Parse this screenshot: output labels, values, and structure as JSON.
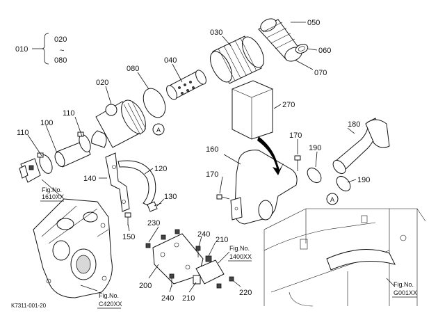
{
  "diagram": {
    "code": "K7311-001-20",
    "assembly": {
      "label": "010",
      "range_top": "020",
      "range_sep": "~",
      "range_bottom": "080"
    },
    "parts": [
      {
        "id": "p020a",
        "label": "020"
      },
      {
        "id": "p030",
        "label": "030"
      },
      {
        "id": "p040",
        "label": "040"
      },
      {
        "id": "p050",
        "label": "050"
      },
      {
        "id": "p060",
        "label": "060"
      },
      {
        "id": "p070",
        "label": "070"
      },
      {
        "id": "p080",
        "label": "080"
      },
      {
        "id": "p100",
        "label": "100"
      },
      {
        "id": "p110a",
        "label": "110"
      },
      {
        "id": "p110b",
        "label": "110"
      },
      {
        "id": "p120",
        "label": "120"
      },
      {
        "id": "p130",
        "label": "130"
      },
      {
        "id": "p140",
        "label": "140"
      },
      {
        "id": "p150",
        "label": "150"
      },
      {
        "id": "p160",
        "label": "160"
      },
      {
        "id": "p170a",
        "label": "170"
      },
      {
        "id": "p170b",
        "label": "170"
      },
      {
        "id": "p180",
        "label": "180"
      },
      {
        "id": "p190a",
        "label": "190"
      },
      {
        "id": "p190b",
        "label": "190"
      },
      {
        "id": "p200",
        "label": "200"
      },
      {
        "id": "p210a",
        "label": "210"
      },
      {
        "id": "p210b",
        "label": "210"
      },
      {
        "id": "p220",
        "label": "220"
      },
      {
        "id": "p230",
        "label": "230"
      },
      {
        "id": "p240a",
        "label": "240"
      },
      {
        "id": "p240b",
        "label": "240"
      },
      {
        "id": "p270",
        "label": "270"
      }
    ],
    "figrefs": [
      {
        "id": "fig1610",
        "line1": "Fig.No.",
        "line2": "1610XX"
      },
      {
        "id": "fig1400",
        "line1": "Fig.No.",
        "line2": "1400XX"
      },
      {
        "id": "figc420",
        "line1": "Fig.No.",
        "line2": "C420XX"
      },
      {
        "id": "figg001",
        "line1": "Fig.No.",
        "line2": "G001XX"
      }
    ],
    "connectors": [
      {
        "id": "conn_a1",
        "label": "A"
      },
      {
        "id": "conn_a2",
        "label": "A"
      }
    ]
  }
}
